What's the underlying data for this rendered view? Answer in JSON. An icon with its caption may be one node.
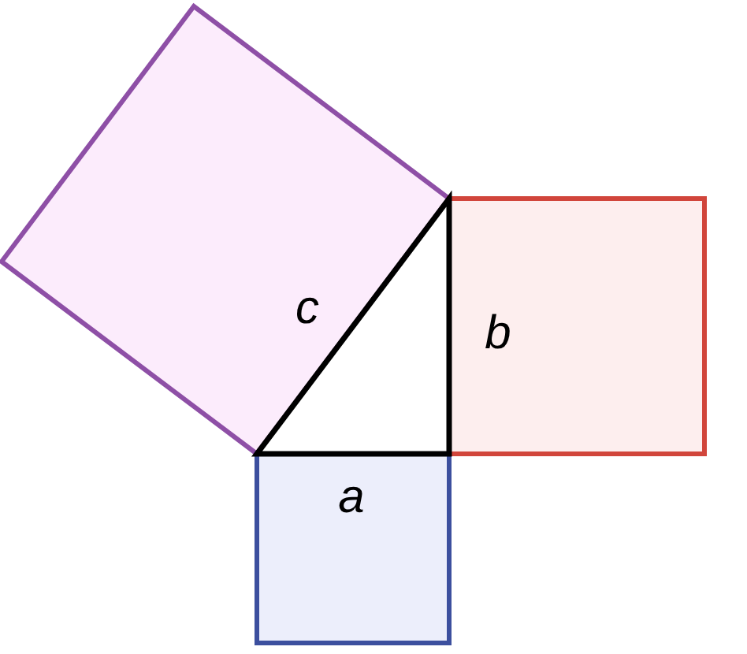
{
  "diagram": {
    "nodes": [
      {
        "text": [
          "c"
        ]
      },
      {
        "text": [
          "b"
        ]
      },
      {
        "text": [
          "a"
        ]
      },
      {
        "text": [],
        "shape": "triangle"
      }
    ]
  }
}
